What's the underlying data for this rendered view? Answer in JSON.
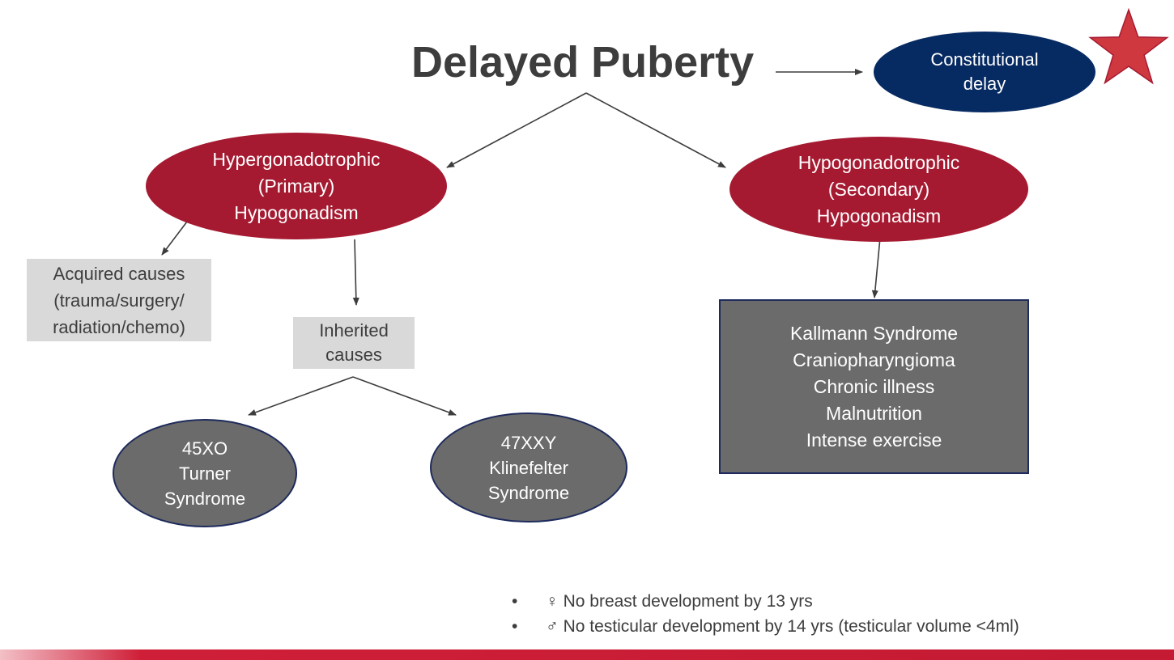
{
  "title": "Delayed Puberty",
  "constitutional": {
    "lines": [
      "Constitutional",
      "delay"
    ]
  },
  "primary": {
    "lines": [
      "Hypergonadotrophic",
      "(Primary)",
      "Hypogonadism"
    ]
  },
  "secondary": {
    "lines": [
      "Hypogonadotrophic",
      "(Secondary)",
      "Hypogonadism"
    ]
  },
  "acquired": {
    "lines": [
      "Acquired causes",
      "(trauma/surgery/",
      "radiation/chemo)"
    ]
  },
  "inherited": {
    "lines": [
      "Inherited",
      "causes"
    ]
  },
  "turner": {
    "lines": [
      "45XO",
      "Turner",
      "Syndrome"
    ]
  },
  "klinefelter": {
    "lines": [
      "47XXY",
      "Klinefelter",
      "Syndrome"
    ]
  },
  "secondary_causes": [
    "Kallmann Syndrome",
    "Craniopharyngioma",
    "Chronic illness",
    "Malnutrition",
    "Intense exercise"
  ],
  "bullets": [
    {
      "symbol": "♀",
      "text": "No breast development by 13 yrs"
    },
    {
      "symbol": "♂",
      "text": "No testicular development by 14 yrs (testicular volume <4ml)"
    }
  ],
  "bullet_marker": "•",
  "colors": {
    "navy": "#062a62",
    "crimson": "#a51a31",
    "dark_gray": "#6b6b6b",
    "light_gray": "#d9d9d9",
    "star": "#d0383f",
    "text": "#3d3d3d"
  }
}
